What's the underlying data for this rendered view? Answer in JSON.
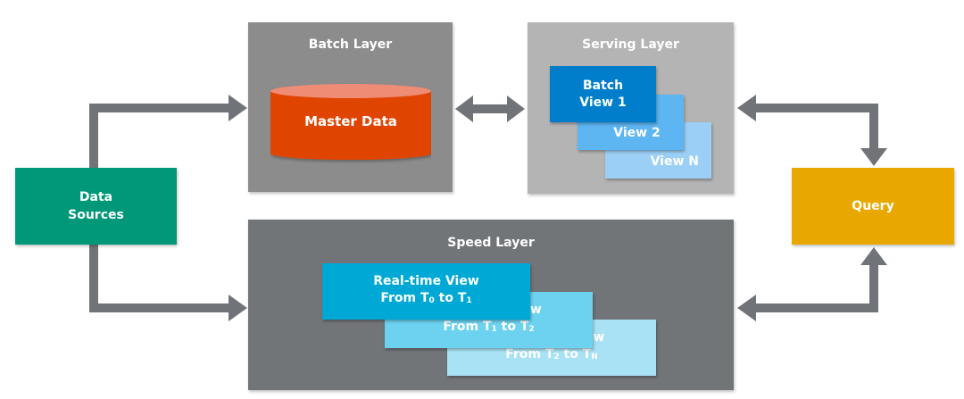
{
  "colors": {
    "arrow": "#707478",
    "data_sources": "#009878",
    "query": "#e8a800",
    "batch_layer": "#8c8c8c",
    "serving_layer": "#b4b4b4",
    "speed_layer": "#727578",
    "master_data": "#e04405",
    "master_data_top": "#ee8c76",
    "batch_view_1": "#007ecb",
    "view_2": "#5db5f2",
    "view_n": "#9ccff6",
    "rt_view_1": "#00a9d5",
    "rt_view_2": "#6cd2f0",
    "rt_view_3": "#a8e2f4"
  },
  "data_sources": {
    "line1": "Data",
    "line2": "Sources"
  },
  "query": {
    "label": "Query"
  },
  "batch_layer": {
    "title": "Batch Layer",
    "master_data": "Master Data"
  },
  "serving_layer": {
    "title": "Serving Layer",
    "views": [
      {
        "line1": "Batch",
        "line2": "View 1"
      },
      {
        "line1": "View 2"
      },
      {
        "line1": "View N"
      }
    ]
  },
  "speed_layer": {
    "title": "Speed Layer",
    "views": [
      {
        "line1": "Real-time View",
        "from": "From T",
        "from_sub": "0",
        "to": " to T",
        "to_sub": "1"
      },
      {
        "line1": "Real-time View",
        "from": "From T",
        "from_sub": "1",
        "to": " to T",
        "to_sub": "2"
      },
      {
        "line1": "Real-time View",
        "from": "From T",
        "from_sub": "2",
        "to": " to T",
        "to_sub": "N"
      }
    ]
  }
}
